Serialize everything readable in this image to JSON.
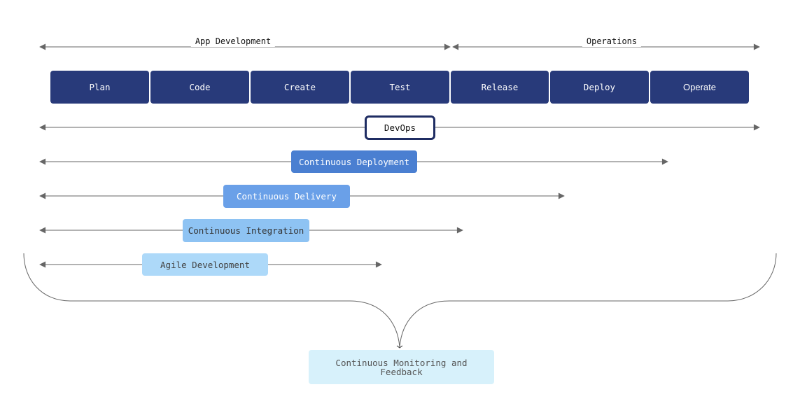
{
  "phases": {
    "app_development": "App Development",
    "operations": "Operations"
  },
  "stages": [
    "Plan",
    "Code",
    "Create",
    "Test",
    "Release",
    "Deploy",
    "Operate"
  ],
  "practices": {
    "devops": "DevOps",
    "continuous_deployment": "Continuous Deployment",
    "continuous_delivery": "Continuous Delivery",
    "continuous_integration": "Continuous Integration",
    "agile_development": "Agile Development"
  },
  "feedback": "Continuous Monitoring and Feedback",
  "colors": {
    "stage": "#283a7a",
    "devops_border": "#1f2d63",
    "continuous_deployment": "#4a7fd1",
    "continuous_delivery": "#6aa0e8",
    "continuous_integration": "#8ec3f3",
    "agile_development": "#add9f9",
    "feedback": "#d7f1fb",
    "arrow": "#666666"
  }
}
